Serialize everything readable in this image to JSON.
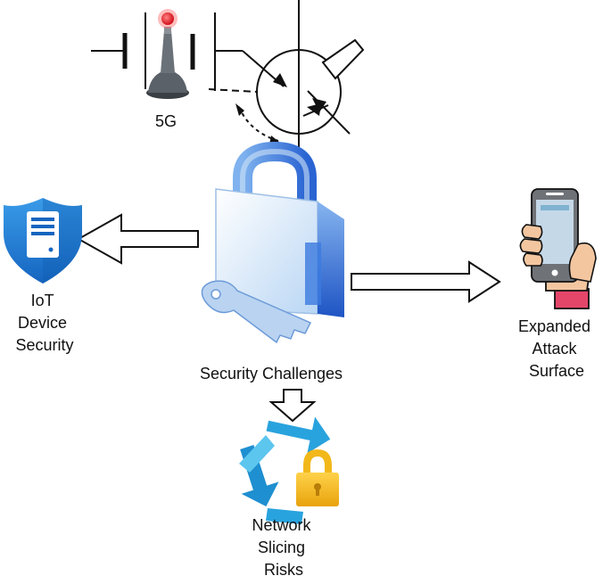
{
  "labels": {
    "network": "5G",
    "center": "Security Challenges",
    "left": [
      "IoT",
      "Device",
      "Security"
    ],
    "right": [
      "Expanded",
      "Attack",
      "Surface"
    ],
    "bottom": [
      "Network",
      "Slicing",
      "Risks"
    ]
  },
  "colors": {
    "stroke": "#111111",
    "arrow_fill": "#ffffff",
    "lock_body": "#cfe3f7",
    "lock_side": "#2f6fd8",
    "shield": "#1a78d4",
    "cycle": "#29a3de",
    "padlock_gold": "#f2b81a",
    "hand_skin": "#f3c6a0",
    "phone_screen": "#c5d8e8",
    "cuff": "#e4466a",
    "antenna_tip": "#e8202a"
  },
  "icons": {
    "antenna": "antenna-icon",
    "switch": "circuit-switch-icon",
    "lock": "padlock-key-icon",
    "shield": "shield-server-icon",
    "phone": "hand-phone-icon",
    "slicing": "cycle-lock-icon"
  }
}
